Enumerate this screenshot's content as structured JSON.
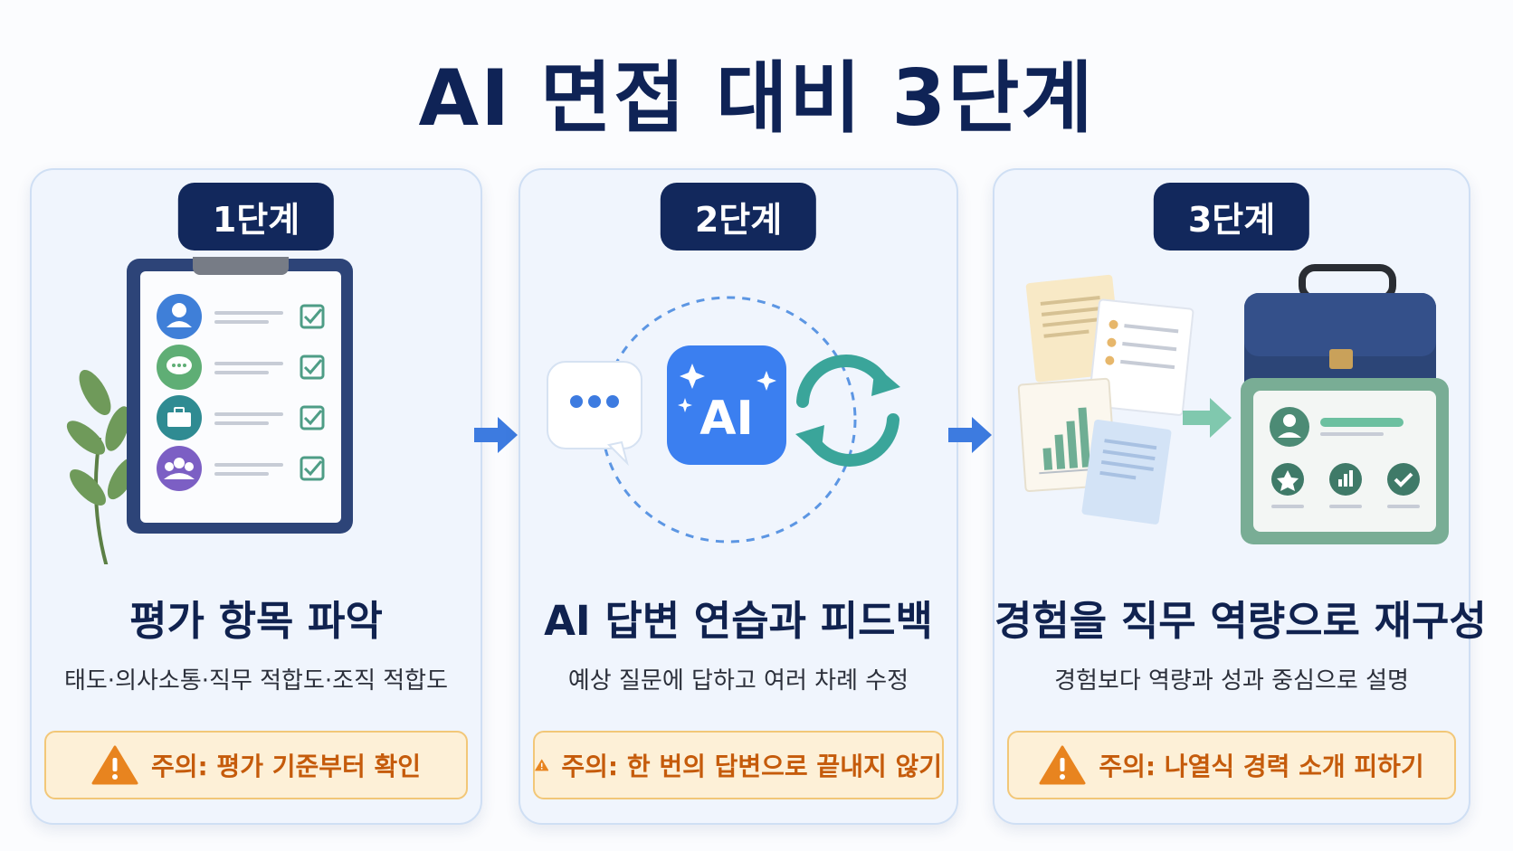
{
  "title": "AI 면접 대비 3단계",
  "steps": [
    {
      "badge": "1단계",
      "heading": "평가 항목 파악",
      "description": "태도·의사소통·직무 적합도·조직 적합도",
      "warning": "주의: 평가 기준부터 확인",
      "illustration": "clipboard-checklist-icon"
    },
    {
      "badge": "2단계",
      "heading": "AI 답변 연습과 피드백",
      "description": "예상 질문에 답하고 여러 차례 수정",
      "warning": "주의: 한 번의 답변으로 끝내지 않기",
      "illustration": "ai-practice-loop-icon",
      "ai_label": "AI"
    },
    {
      "badge": "3단계",
      "heading": "경험을 직무 역량으로 재구성",
      "description": "경험보다 역량과 성과 중심으로 설명",
      "warning": "주의: 나열식 경력 소개 피하기",
      "illustration": "documents-to-portfolio-icon"
    }
  ],
  "colors": {
    "navy": "#12285c",
    "card_bg": "#f0f5fd",
    "warning_text": "#c55b0b",
    "warning_bg": "#fdf0d7",
    "accent_blue": "#3d7be0",
    "accent_green": "#4e9d86"
  }
}
